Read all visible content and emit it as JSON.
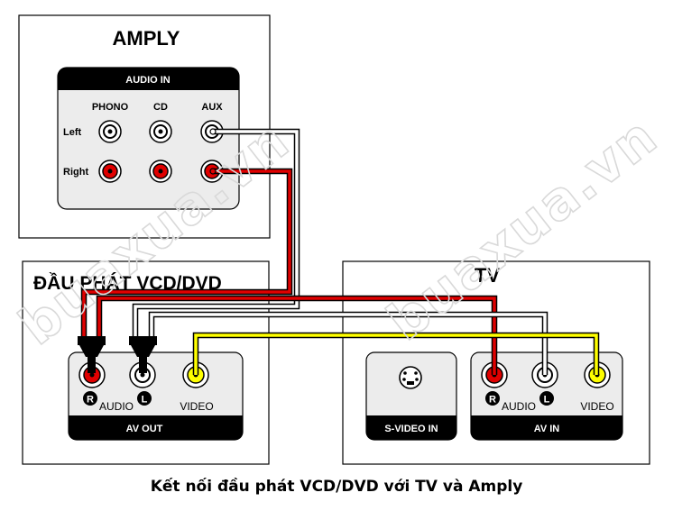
{
  "watermark": "buaxua.vn",
  "amply": {
    "title": "AMPLY",
    "panel_label": "AUDIO IN",
    "columns": [
      "PHONO",
      "CD",
      "AUX"
    ],
    "rows": [
      "Left",
      "Right"
    ]
  },
  "player": {
    "title": "ĐẦU PHÁT VCD/DVD",
    "panel_label": "AV OUT",
    "r_badge": "R",
    "l_badge": "L",
    "audio_label": "AUDIO",
    "video_label": "VIDEO"
  },
  "tv": {
    "title": "TV",
    "svideo_label": "S-VIDEO IN",
    "panel_label": "AV IN",
    "r_badge": "R",
    "l_badge": "L",
    "audio_label": "AUDIO",
    "video_label": "VIDEO"
  },
  "caption": "Kết nối đầu phát VCD/DVD với TV và Amply",
  "colors": {
    "red_jack": "#e00000",
    "white_jack": "#ffffff",
    "yellow_jack": "#ffff00",
    "panel_bg": "#ececec",
    "panel_bar": "#000000"
  }
}
